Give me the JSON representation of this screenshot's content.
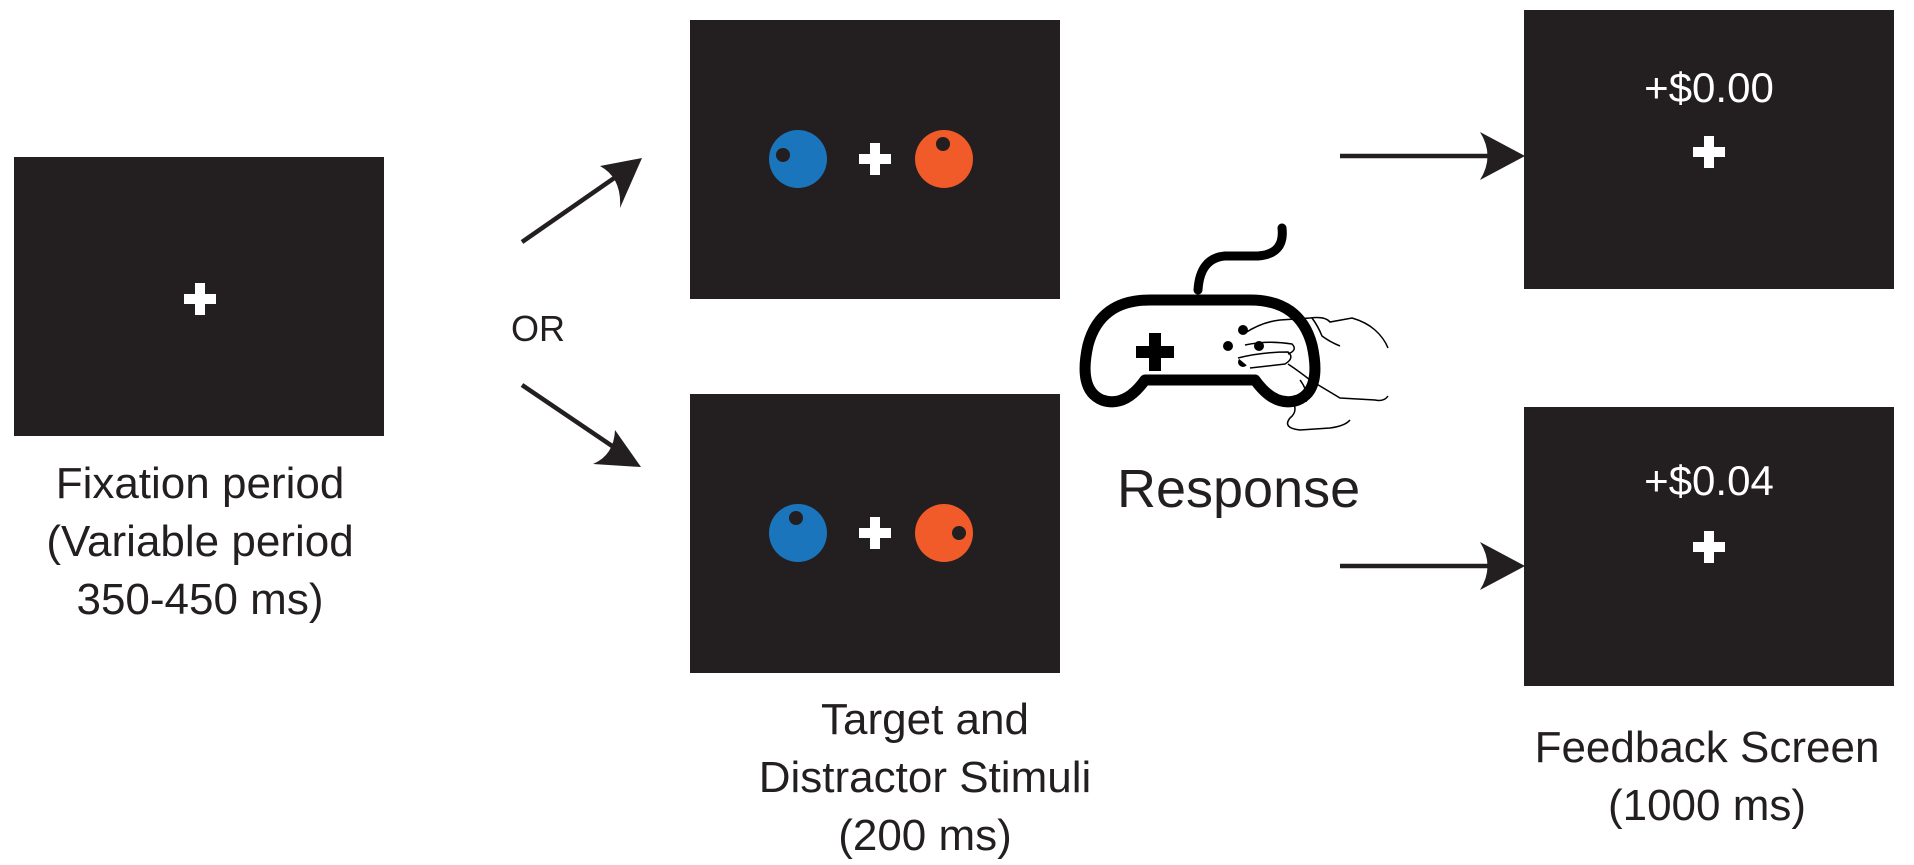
{
  "stages": {
    "fixation": {
      "label_lines": [
        "Fixation period",
        "(Variable period",
        "350-450 ms)"
      ]
    },
    "or_label": "OR",
    "stimuli": {
      "label_lines": [
        "Target and",
        "Distractor Stimuli",
        "(200 ms)"
      ]
    },
    "response": {
      "label": "Response",
      "icon": "gamepad-with-hand-icon"
    },
    "feedback": {
      "top_amount": "+$0.00",
      "bottom_amount": "+$0.04",
      "label_lines": [
        "Feedback Screen",
        "(1000 ms)"
      ]
    }
  },
  "colors": {
    "screen": "#231f20",
    "fixation_cross": "#ffffff",
    "target_blue": "#1b75bc",
    "distractor_orange": "#f15a29",
    "text": "#231f20",
    "arrow": "#231f20"
  }
}
